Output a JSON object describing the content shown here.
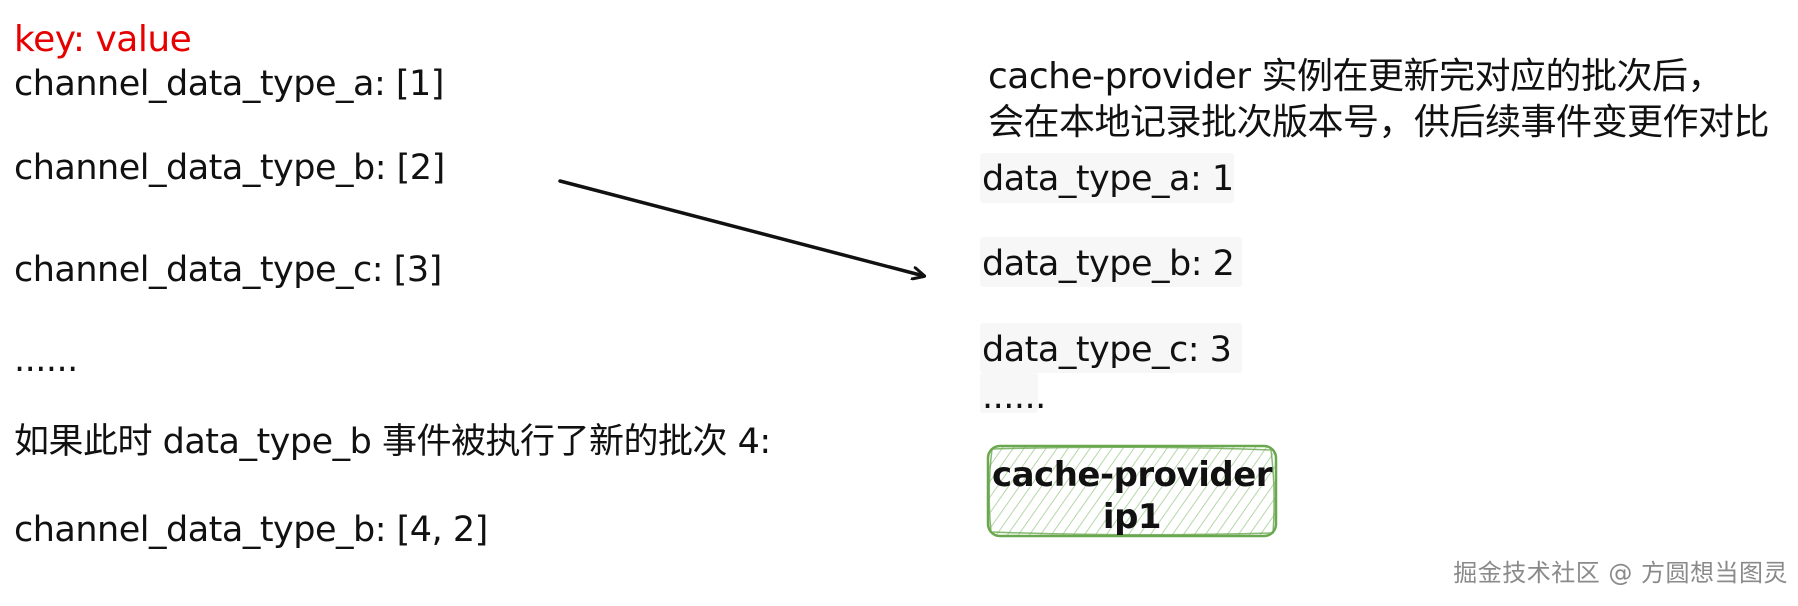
{
  "left": {
    "legend": "key: value",
    "lines": [
      "channel_data_type_a: [1]",
      "channel_data_type_b: [2]",
      "channel_data_type_c: [3]",
      "......",
      "如果此时 data_type_b 事件被执行了新的批次 4:",
      "channel_data_type_b: [4, 2]"
    ]
  },
  "right": {
    "note": [
      "cache-provider 实例在更新完对应的批次后，",
      "会在本地记录批次版本号，供后续事件变更作对比"
    ],
    "lines": [
      "data_type_a: 1",
      "data_type_b: 2",
      "data_type_c: 3",
      "......"
    ],
    "node": {
      "line1": "cache-provider",
      "line2": "ip1"
    }
  },
  "watermark": "掘金技术社区 @ 方圆想当图灵",
  "colors": {
    "legend": "#e60000",
    "node_stroke": "#6aa84f",
    "node_hatch": "#b6d7a8"
  }
}
